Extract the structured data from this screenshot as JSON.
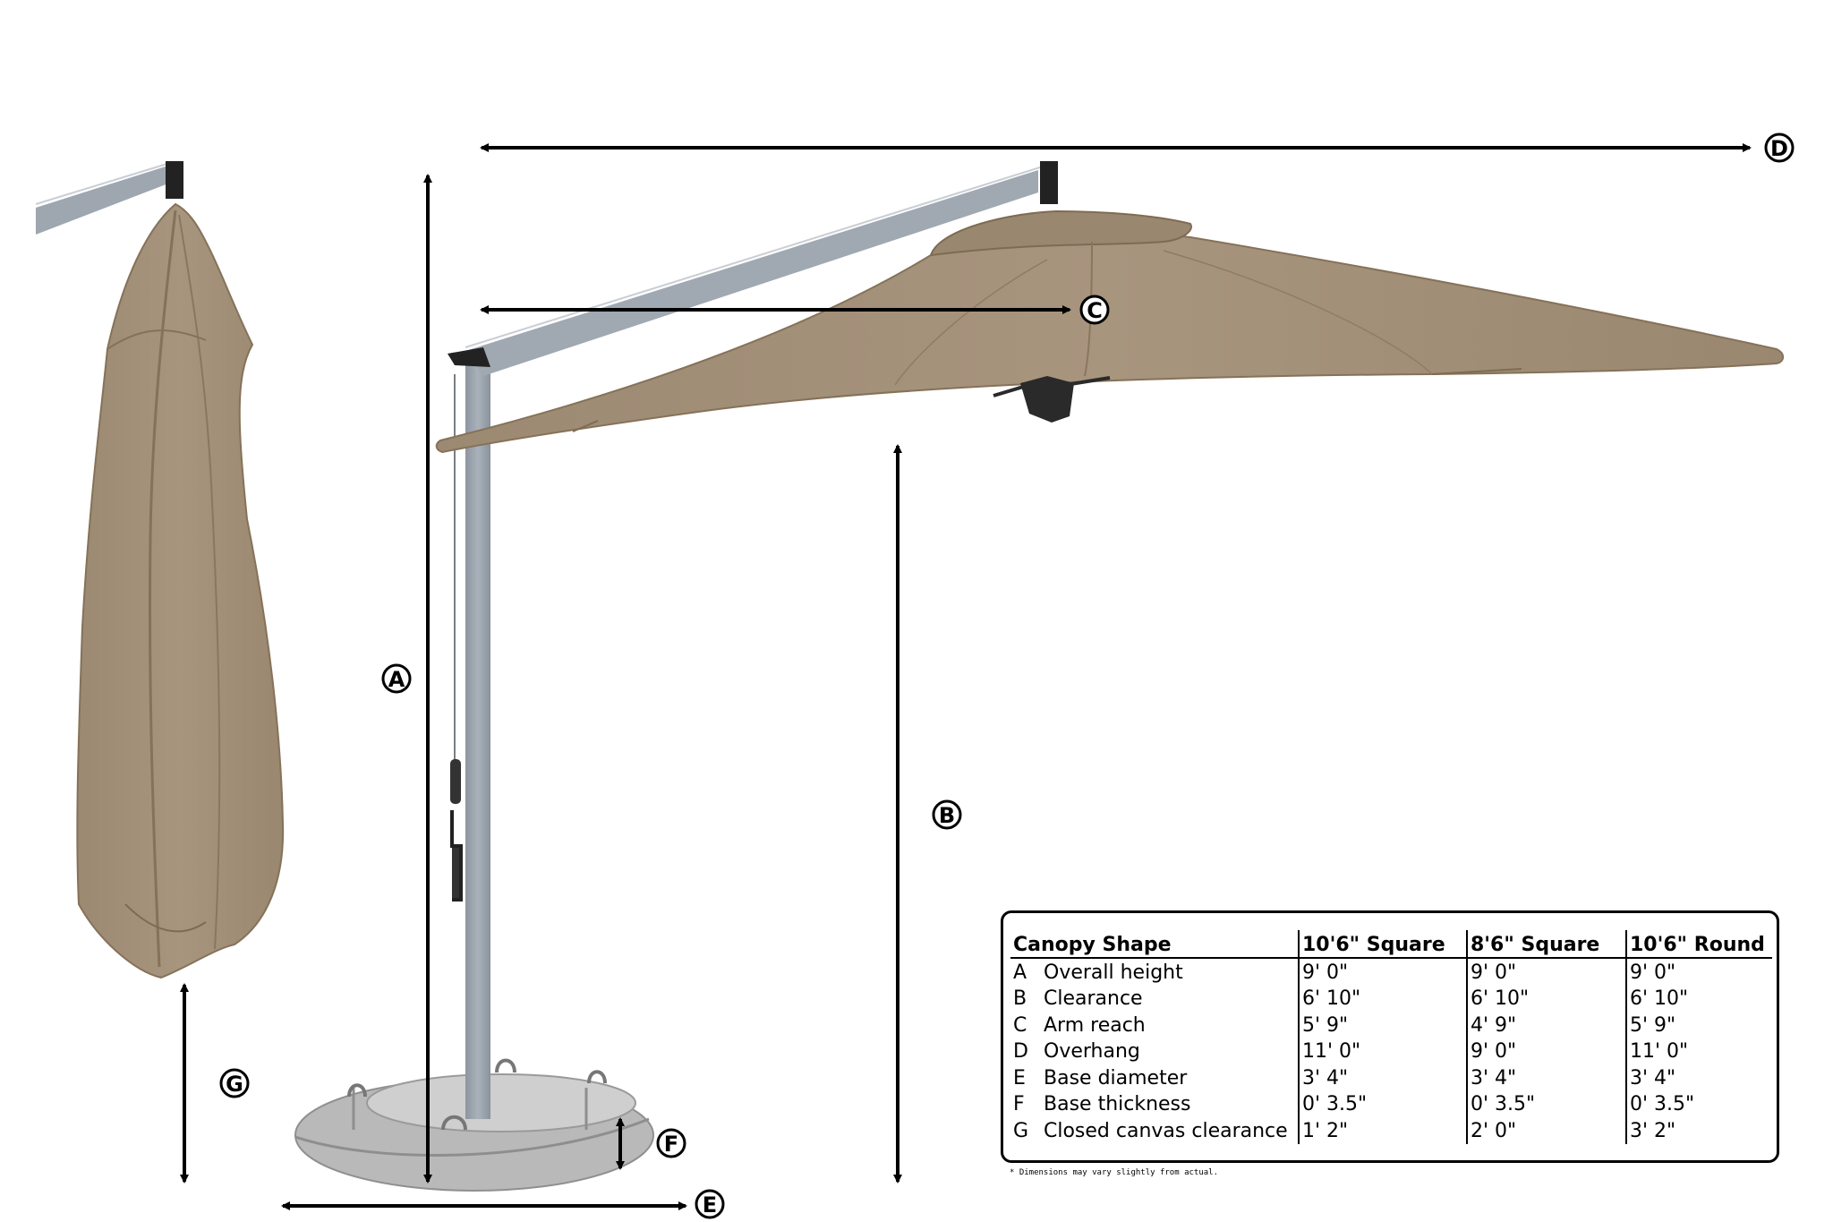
{
  "labels": {
    "a": "A",
    "b": "B",
    "c": "C",
    "d": "D",
    "e": "E",
    "f": "F",
    "g": "G"
  },
  "table": {
    "headers": [
      "Canopy Shape",
      "10'6\" Square",
      "8'6\" Square",
      "10'6\" Round"
    ],
    "rows": [
      {
        "letter": "A",
        "name": "Overall height",
        "values": [
          "9' 0\"",
          "9' 0\"",
          "9' 0\""
        ]
      },
      {
        "letter": "B",
        "name": "Clearance",
        "values": [
          "6' 10\"",
          "6' 10\"",
          "6' 10\""
        ]
      },
      {
        "letter": "C",
        "name": "Arm reach",
        "values": [
          "5' 9\"",
          "4' 9\"",
          "5' 9\""
        ]
      },
      {
        "letter": "D",
        "name": "Overhang",
        "values": [
          "11' 0\"",
          "9' 0\"",
          "11' 0\""
        ]
      },
      {
        "letter": "E",
        "name": "Base diameter",
        "values": [
          "3' 4\"",
          "3' 4\"",
          "3' 4\""
        ]
      },
      {
        "letter": "F",
        "name": "Base thickness",
        "values": [
          "0' 3.5\"",
          "0' 3.5\"",
          "0' 3.5\""
        ]
      },
      {
        "letter": "G",
        "name": "Closed canvas clearance",
        "values": [
          "1' 2\"",
          "2' 0\"",
          "3' 2\""
        ]
      }
    ]
  },
  "footnote": "* Dimensions may vary slightly from actual.",
  "colors": {
    "canopy": "#a28f78",
    "canopy_dark": "#8e7b64",
    "pole": "#9ea6b0",
    "base": "#bdbdbd"
  }
}
